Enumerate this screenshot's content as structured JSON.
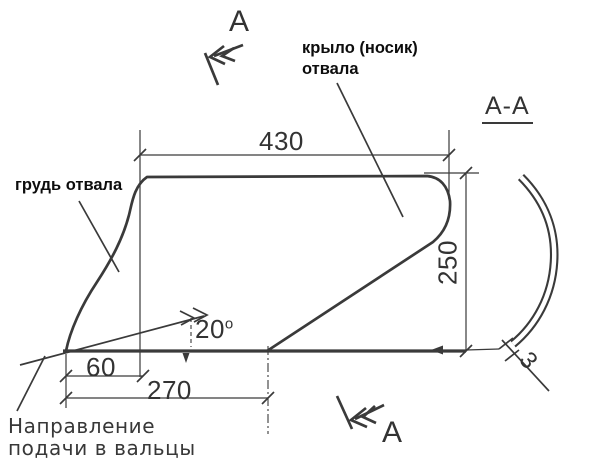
{
  "labels": {
    "wing_line1": "крыло (носик)",
    "wing_line2": "отвала",
    "breast": "грудь отвала",
    "feed_line1": "Направление",
    "feed_line2": "подачи в вальцы",
    "section_view": "А-А",
    "section_arrow_top": "А",
    "section_arrow_bottom": "А"
  },
  "dimensions": {
    "top_width": "430",
    "right_height": "250",
    "bottom_small": "60",
    "bottom_large": "270",
    "angle_value": "20",
    "angle_unit": "o",
    "section_thickness": "3"
  },
  "colors": {
    "line": "#3a3a3a",
    "label_text": "#0d0d0d",
    "dim_text": "#333333",
    "background": "#ffffff"
  }
}
